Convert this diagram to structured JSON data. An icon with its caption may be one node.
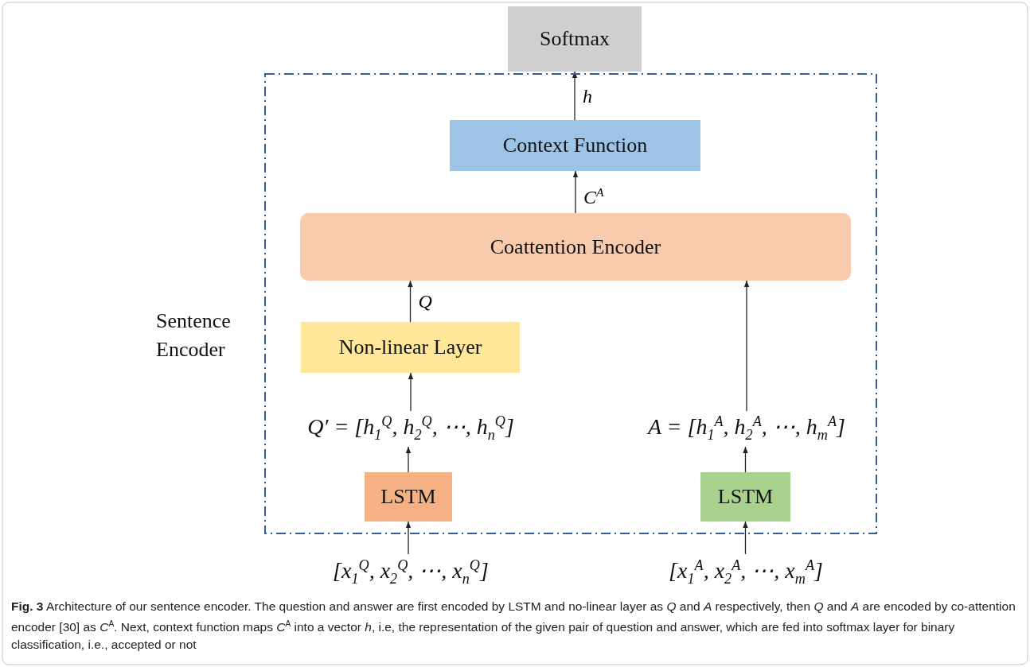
{
  "diagram": {
    "caption": "**Fig. 3** Architecture of our sentence encoder. The question and answer are first encoded by LSTM and no-linear layer as *Q* and *A* respectively, then *Q* and *A* are encoded by co-attention encoder [30] as *C*$^{A}$. Next, context function maps *C*$^{A}$ into a vector *h*, i.e, the representation of the given pair of question and answer, which are fed into softmax layer for binary classification, i.e., accepted or not",
    "nodes": [
      {
        "text": [
          "Sentence Encoder"
        ]
      },
      {
        "text": [
          "Softmax"
        ]
      },
      {
        "text": [
          "Context Function"
        ],
        "in": 0
      },
      {
        "text": [
          "Coattention Encoder"
        ],
        "in": 0
      },
      {
        "text": [
          "Non-linear Layer"
        ],
        "in": 0
      },
      {
        "text": [
          "Q′ = [h$_{1}$$^{Q}$, h$_{2}$$^{Q}$, ⋯, h$_{n}$$^{Q}$]"
        ],
        "in": 0
      },
      {
        "text": [
          "A = [h$_{1}$$^{A}$, h$_{2}$$^{A}$, ⋯, h$_{m}$$^{A}$]"
        ],
        "in": 0
      },
      {
        "text": [
          "LSTM"
        ],
        "in": 0
      },
      {
        "text": [
          "LSTM"
        ],
        "in": 0
      },
      {
        "text": [
          "[x$_{1}$$^{Q}$, x$_{2}$$^{Q}$, ⋯, x$_{n}$$^{Q}$]"
        ]
      },
      {
        "text": [
          "[x$_{1}$$^{A}$, x$_{2}$$^{A}$, ⋯, x$_{m}$$^{A}$]"
        ]
      }
    ],
    "edges": [
      {
        "from": 9,
        "to": 7,
        "arrow": "to"
      },
      {
        "from": 7,
        "to": 5,
        "arrow": "to"
      },
      {
        "from": 5,
        "to": 4,
        "arrow": "to"
      },
      {
        "from": 4,
        "to": 3,
        "arrow": "to",
        "label": "Q"
      },
      {
        "from": 10,
        "to": 8,
        "arrow": "to"
      },
      {
        "from": 8,
        "to": 6,
        "arrow": "to"
      },
      {
        "from": 6,
        "to": 3,
        "arrow": "to"
      },
      {
        "from": 3,
        "to": 2,
        "arrow": "to",
        "label": "C$^{A}$"
      },
      {
        "from": 2,
        "to": 1,
        "arrow": "to",
        "label": "h"
      }
    ]
  }
}
